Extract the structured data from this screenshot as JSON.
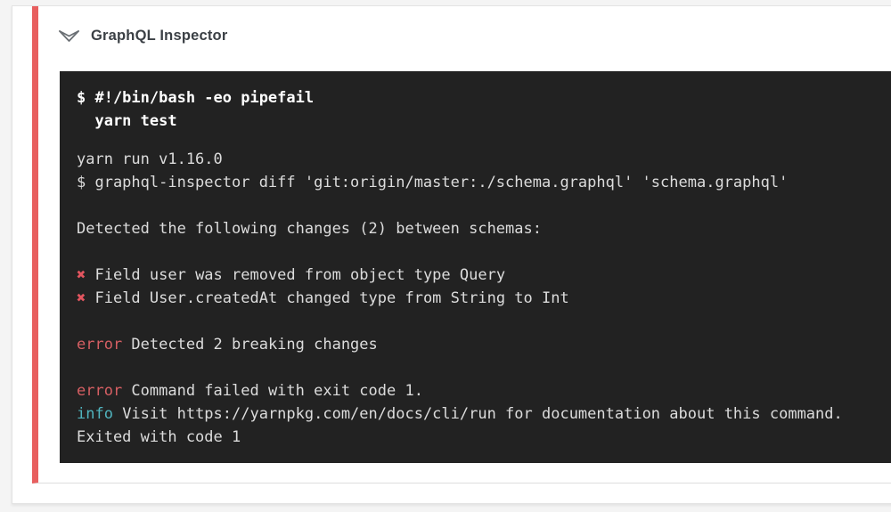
{
  "header": {
    "title": "GraphQL Inspector",
    "icons": {
      "collapse": "chevron-double-down-icon"
    }
  },
  "terminal": {
    "command_lines": [
      "$ #!/bin/bash -eo pipefail",
      "  yarn test"
    ],
    "output_lines": [
      [
        {
          "text": "yarn run v1.16.0"
        }
      ],
      [
        {
          "text": "$ graphql-inspector diff 'git:origin/master:./schema.graphql' 'schema.graphql'"
        }
      ],
      [],
      [
        {
          "text": "Detected the following changes (2) between schemas:"
        }
      ],
      [],
      [
        {
          "text": "✖",
          "color": "red_mark"
        },
        {
          "text": " Field user was removed from object type Query"
        }
      ],
      [
        {
          "text": "✖",
          "color": "red_mark"
        },
        {
          "text": " Field User.createdAt changed type from String to Int"
        }
      ],
      [],
      [
        {
          "text": "error",
          "color": "red"
        },
        {
          "text": " Detected 2 breaking changes"
        }
      ],
      [],
      [
        {
          "text": "error",
          "color": "red"
        },
        {
          "text": " Command failed with exit code 1."
        }
      ],
      [
        {
          "text": "info",
          "color": "cyan"
        },
        {
          "text": " Visit https://yarnpkg.com/en/docs/cli/run for documentation about this command."
        }
      ],
      [
        {
          "text": "Exited with code 1"
        }
      ]
    ]
  },
  "colors": {
    "accent_bar": "#e85f5f",
    "terminal_bg": "#222222",
    "terminal_text": "#dcdcdc",
    "command_text": "#ffffff",
    "red": "#d65f63",
    "red_mark": "#e2555f",
    "cyan": "#50b4be",
    "title_color": "#3b4045",
    "divider": "#dedede",
    "card_border": "#e3e3e3",
    "page_bg": "#f4f4f4"
  }
}
